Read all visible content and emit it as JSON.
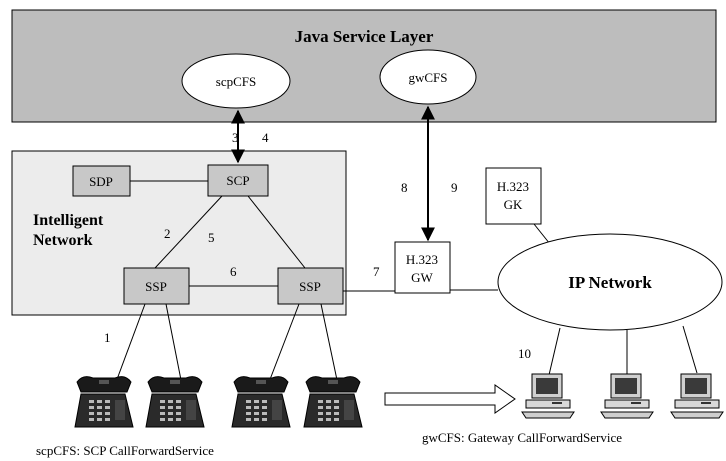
{
  "layer": {
    "title": "Java Service Layer"
  },
  "services": {
    "scp": "scpCFS",
    "gw": "gwCFS"
  },
  "in": {
    "title_line1": "Intelligent",
    "title_line2": "Network",
    "sdp": "SDP",
    "scp": "SCP",
    "ssp_left": "SSP",
    "ssp_right": "SSP"
  },
  "gateway": {
    "line1": "H.323",
    "line2": "GW"
  },
  "gatekeeper": {
    "line1": "H.323",
    "line2": "GK"
  },
  "ip_network": "IP Network",
  "numbers": {
    "n1": "1",
    "n2": "2",
    "n3": "3",
    "n4": "4",
    "n5": "5",
    "n6": "6",
    "n7": "7",
    "n8": "8",
    "n9": "9",
    "n10": "10"
  },
  "legend": {
    "scp": "scpCFS: SCP CallForwardService",
    "gw": "gwCFS: Gateway CallForwardService"
  },
  "icons": {
    "phone": "telephone-icon",
    "computer": "computer-icon"
  }
}
